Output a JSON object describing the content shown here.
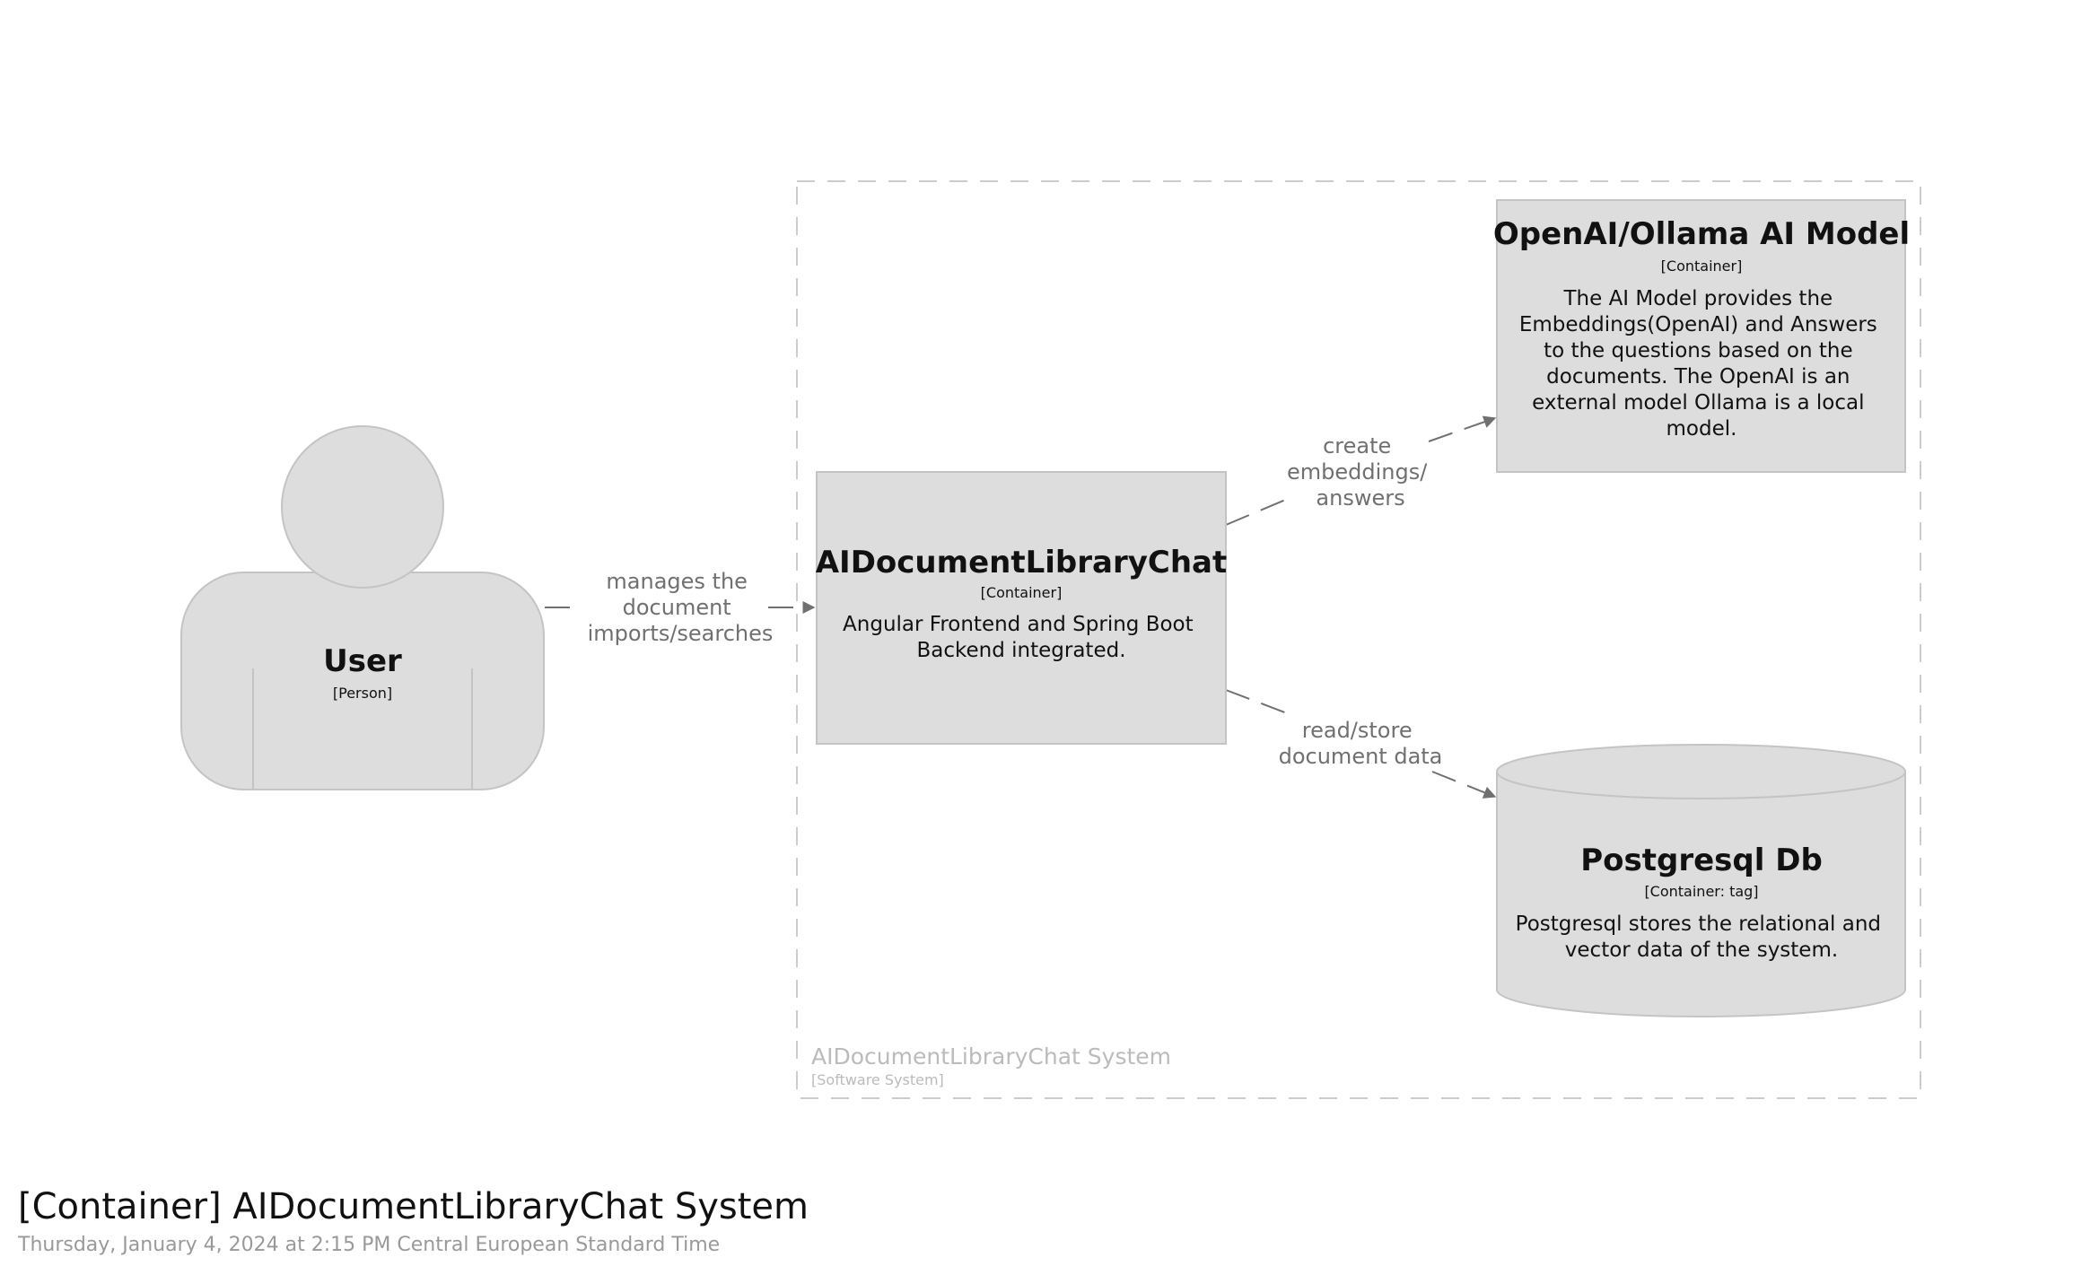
{
  "diagram": {
    "title": "[Container] AIDocumentLibraryChat System",
    "subtitle": "Thursday, January 4, 2024 at 2:15 PM Central European Standard Time",
    "boundary": {
      "name": "AIDocumentLibraryChat System",
      "type": "[Software System]"
    },
    "elements": {
      "user": {
        "name": "User",
        "type": "[Person]"
      },
      "app": {
        "name": "AIDocumentLibraryChat",
        "type": "[Container]",
        "description": [
          "Angular Frontend and Spring Boot",
          "Backend integrated."
        ]
      },
      "ai": {
        "name": "OpenAI/Ollama AI Model",
        "type": "[Container]",
        "description": [
          "The AI Model provides the",
          "Embeddings(OpenAI) and Answers",
          "to the questions based on the",
          "documents. The OpenAI is an",
          "external model Ollama is a local",
          "model."
        ]
      },
      "db": {
        "name": "Postgresql Db",
        "type": "[Container: tag]",
        "description": [
          "Postgresql stores the relational and",
          "vector data of the system."
        ]
      }
    },
    "relationships": [
      {
        "from": "User",
        "to": "AIDocumentLibraryChat",
        "label": [
          "manages the",
          "document",
          "imports/searches"
        ]
      },
      {
        "from": "AIDocumentLibraryChat",
        "to": "OpenAI/Ollama AI Model",
        "label": [
          "create",
          "embeddings/",
          "answers"
        ]
      },
      {
        "from": "AIDocumentLibraryChat",
        "to": "Postgresql Db",
        "label": [
          "read/store",
          "document data"
        ]
      }
    ],
    "colors": {
      "element_fill": "#dddddd",
      "element_stroke": "#c4c4c4",
      "relationship": "#707070",
      "boundary": "#cccccc"
    }
  }
}
